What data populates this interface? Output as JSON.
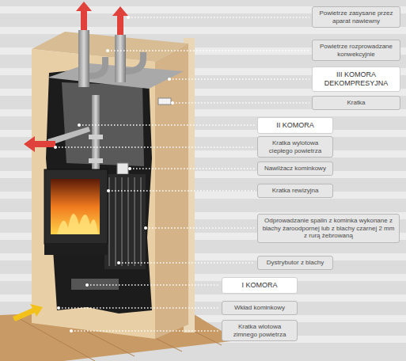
{
  "diagram": {
    "nodes": [
      {
        "text": [
          "Powietrze zasysane przez aparat nawiewny"
        ]
      },
      {
        "text": [
          "Powietrze rozprowadzane konwekcyjnie"
        ]
      },
      {
        "text": [
          "III KOMORA DEKOMPRESYJNA"
        ]
      },
      {
        "text": [
          "Kratka"
        ]
      },
      {
        "text": [
          "II KOMORA"
        ]
      },
      {
        "text": [
          "Kratka wylotowa ciepłego powietrza"
        ]
      },
      {
        "text": [
          "Nawilżacz kominkowy"
        ]
      },
      {
        "text": [
          "Kratka rewizyjna"
        ]
      },
      {
        "text": [
          "Odprowadzanie spalin z kominka wykonane z blachy żaroodpornej lub z blachy czarnej 2 mm z rurą żebrowaną"
        ]
      },
      {
        "text": [
          "Dystrybutor z blachy"
        ]
      },
      {
        "text": [
          "I KOMORA"
        ]
      },
      {
        "text": [
          "Wkład kominkowy"
        ]
      },
      {
        "text": [
          "Kratka wlotowa zimnego powietrza"
        ]
      }
    ]
  }
}
